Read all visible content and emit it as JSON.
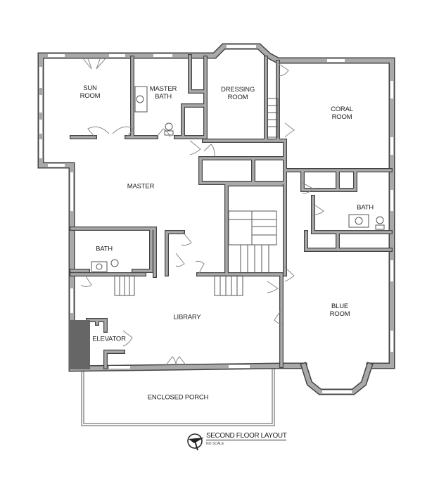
{
  "title": "SECOND FLOOR LAYOUT",
  "subtitle": "NO SCALE",
  "rooms": {
    "sun_room": "SUN\nROOM",
    "master_bath": "MASTER\nBATH",
    "dressing_room": "DRESSING\nROOM",
    "coral_room": "CORAL\nROOM",
    "master": "MASTER",
    "bath_right": "BATH",
    "bath_left": "BATH",
    "library": "LIBRARY",
    "elevator": "ELEVATOR",
    "blue_room": "BLUE\nROOM",
    "enclosed_porch": "ENCLOSED PORCH"
  },
  "colors": {
    "wall_fill": "#a9a9a9",
    "wall_edge": "#444444"
  }
}
